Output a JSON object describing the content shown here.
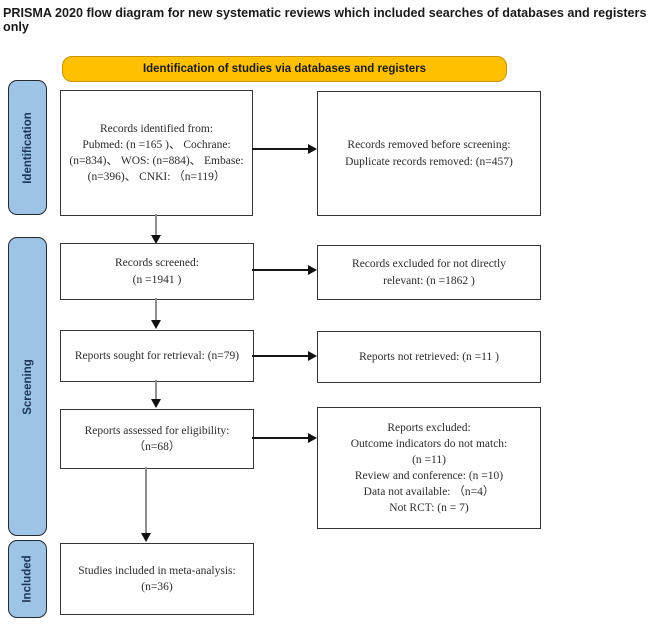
{
  "page_title": "PRISMA 2020 flow diagram for new systematic reviews which included searches of databases and registers only",
  "banner": {
    "label": "Identification of studies via databases and registers",
    "bg_color": "#FFC000"
  },
  "sidebar": {
    "bg_color": "#9DC3E6",
    "items": [
      {
        "label": "Identification"
      },
      {
        "label": "Screening"
      },
      {
        "label": "Included"
      }
    ]
  },
  "boxes": {
    "records_identified": {
      "text": "Records identified from:\nPubmed: (n =165 )、 Cochrane:\n(n=834)、 WOS: (n=884)、 Embase:\n(n=396)、 CNKI: （n=119）"
    },
    "records_removed": {
      "text": "Records removed before screening:\nDuplicate records removed: (n=457)"
    },
    "records_screened": {
      "text": "Records screened:\n(n =1941 )"
    },
    "records_excluded": {
      "text": "Records excluded for not directly\nrelevant: (n =1862 )"
    },
    "reports_sought": {
      "text": "Reports sought for retrieval:  (n=79)"
    },
    "reports_not_retrieved": {
      "text": "Reports not retrieved: (n =11 )"
    },
    "reports_assessed": {
      "text": "Reports assessed for eligibility:  （n=68）"
    },
    "reports_excluded": {
      "text": "Reports excluded:\nOutcome indicators do not match:\n(n =11)\nReview and conference: (n =10)\nData not available:  （n=4）\nNot RCT: (n = 7)"
    },
    "studies_included": {
      "text": "Studies included in meta-analysis:\n(n=36)"
    }
  },
  "colors": {
    "box_border": "#363636",
    "arrow_line_black": "#161616",
    "arrow_line_gray": "#8f8f8f"
  }
}
